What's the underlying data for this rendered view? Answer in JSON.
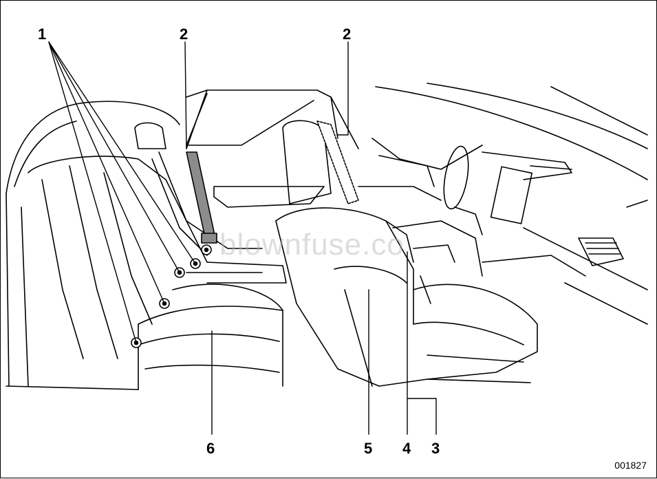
{
  "figure_id": "001827",
  "watermark": "blownfuse.co",
  "callouts": [
    {
      "id": "1",
      "label": "1"
    },
    {
      "id": "2a",
      "label": "2"
    },
    {
      "id": "2b",
      "label": "2"
    },
    {
      "id": "3",
      "label": "3"
    },
    {
      "id": "4",
      "label": "4"
    },
    {
      "id": "5",
      "label": "5"
    },
    {
      "id": "6",
      "label": "6"
    }
  ],
  "colors": {
    "line": "#000000",
    "belt": "#8c8c8c",
    "background": "#ffffff"
  }
}
